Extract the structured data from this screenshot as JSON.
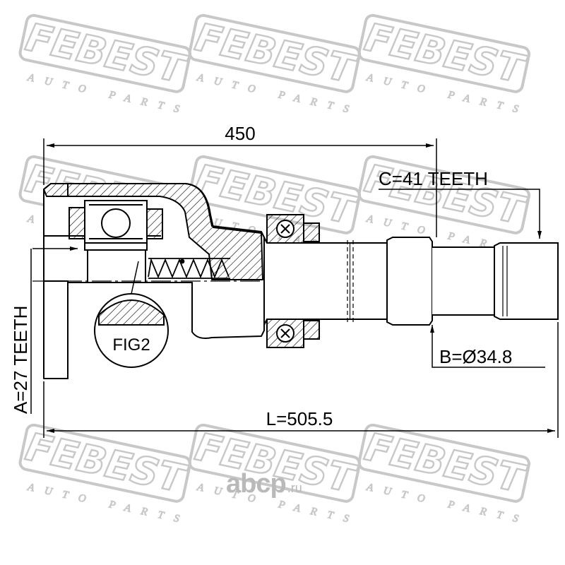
{
  "watermark": {
    "brand": "FEBEST",
    "subtitle": "AUTO PARTS",
    "color": "#c8c8c8"
  },
  "site_watermark": {
    "brand": "abcp",
    "tld": ".ru"
  },
  "dimensions": {
    "top_length": "450",
    "total_length": "L=505.5",
    "inner_spline": "A=27 TEETH",
    "outer_spline": "C=41 TEETH",
    "shaft_diameter": "B=Ø34.8"
  },
  "figure_label": "FIG2"
}
